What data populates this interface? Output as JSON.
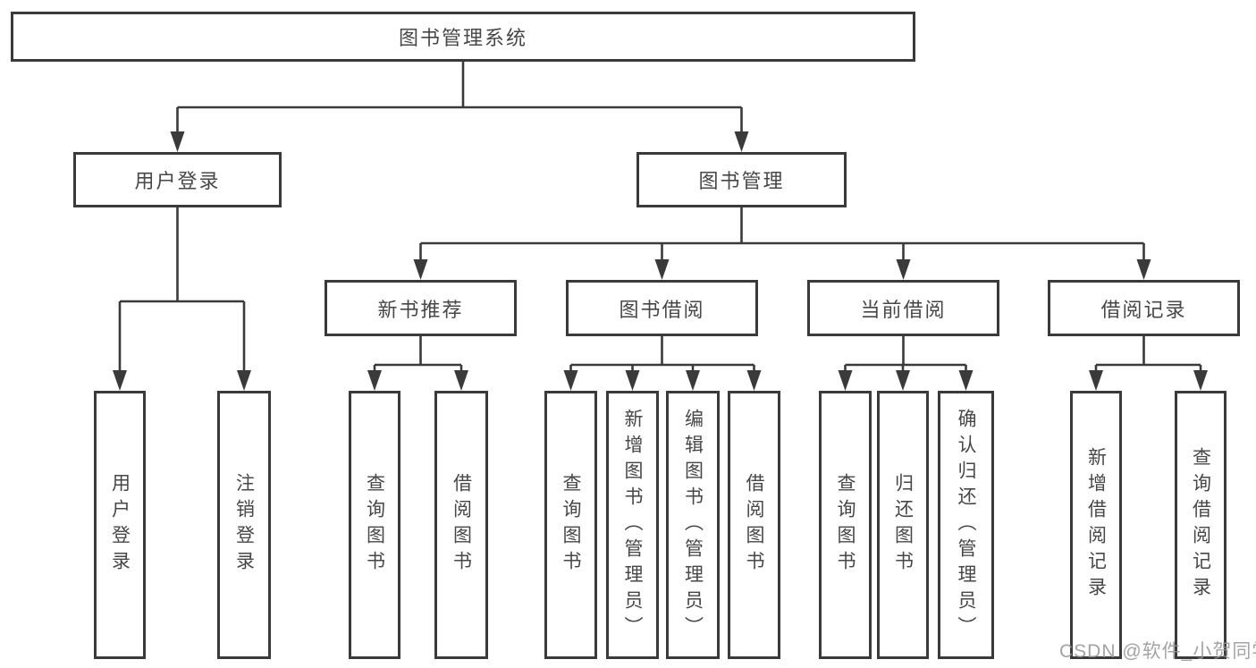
{
  "diagram_type": "hierarchy-tree",
  "colors": {
    "line": "#3a3a3a",
    "box_border": "#3a3a3a",
    "text": "#474747",
    "background": "#ffffff",
    "watermark": "#949494"
  },
  "nodes": {
    "root": {
      "label": "图书管理系统"
    },
    "user_login": {
      "label": "用户登录"
    },
    "book_management": {
      "label": "图书管理"
    },
    "user_login_children": {
      "login": {
        "label": "用户登录"
      },
      "logout": {
        "label": "注销登录"
      }
    },
    "book_management_children": {
      "new_book_recommend": {
        "label": "新书推荐"
      },
      "book_borrow": {
        "label": "图书借阅"
      },
      "current_borrow": {
        "label": "当前借阅"
      },
      "borrow_records": {
        "label": "借阅记录"
      }
    },
    "new_book_recommend_children": {
      "query_books": {
        "label": "查询图书"
      },
      "borrow_books": {
        "label": "借阅图书"
      }
    },
    "book_borrow_children": {
      "query_books": {
        "label": "查询图书"
      },
      "add_books_admin": {
        "label": "新增图书（管理员）"
      },
      "edit_books_admin": {
        "label": "编辑图书（管理员）"
      },
      "borrow_books": {
        "label": "借阅图书"
      }
    },
    "current_borrow_children": {
      "query_books": {
        "label": "查询图书"
      },
      "return_books": {
        "label": "归还图书"
      },
      "confirm_return_admin": {
        "label": "确认归还（管理员）"
      }
    },
    "borrow_records_children": {
      "add_record": {
        "label": "新增借阅记录"
      },
      "query_record": {
        "label": "查询借阅记录"
      }
    }
  },
  "watermark": {
    "text": "CSDN @软件_小贺同学"
  }
}
